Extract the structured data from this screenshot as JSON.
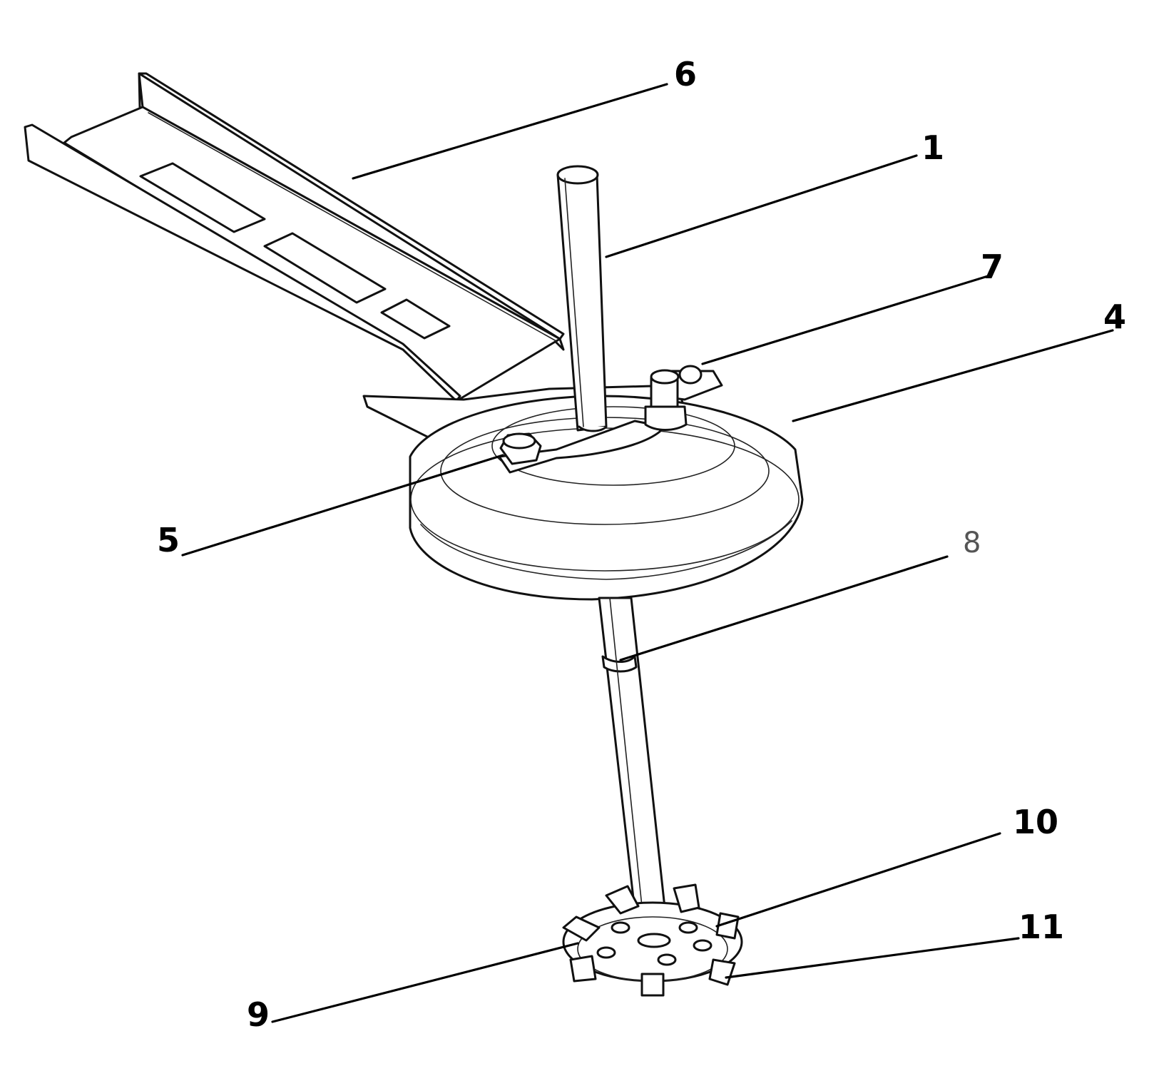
{
  "labels": {
    "l1": "1",
    "l4": "4",
    "l5": "5",
    "l6": "6",
    "l7": "7",
    "l8": "8",
    "l9": "9",
    "l10": "10",
    "l11": "11"
  },
  "colors": {
    "line": "#111111",
    "background": "#ffffff"
  }
}
